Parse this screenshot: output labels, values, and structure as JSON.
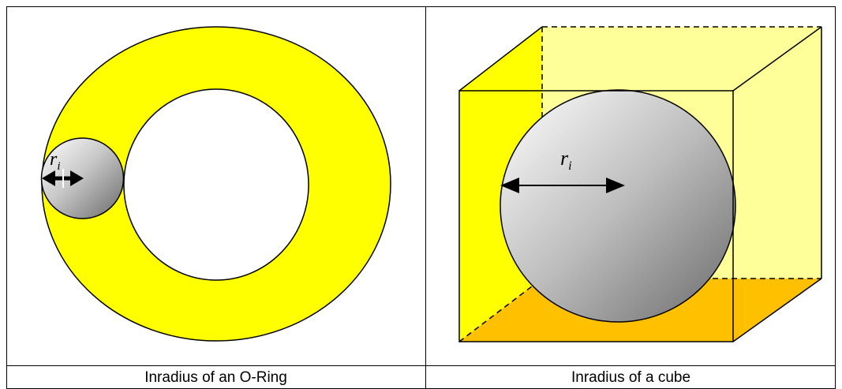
{
  "panels": [
    {
      "caption": "Inradius of an O-Ring",
      "radius_label": {
        "main": "r",
        "sub": "i"
      }
    },
    {
      "caption": "Inradius of a cube",
      "radius_label": {
        "main": "r",
        "sub": "i"
      }
    }
  ],
  "colors": {
    "ring_fill": "#ffff00",
    "cube_left_face": "#ffff00",
    "cube_back_face": "#ffff99",
    "cube_bottom_face": "#ffc000",
    "sphere_light": "#ffffff",
    "sphere_dark": "#6a6a6a",
    "lines": "#000000"
  }
}
